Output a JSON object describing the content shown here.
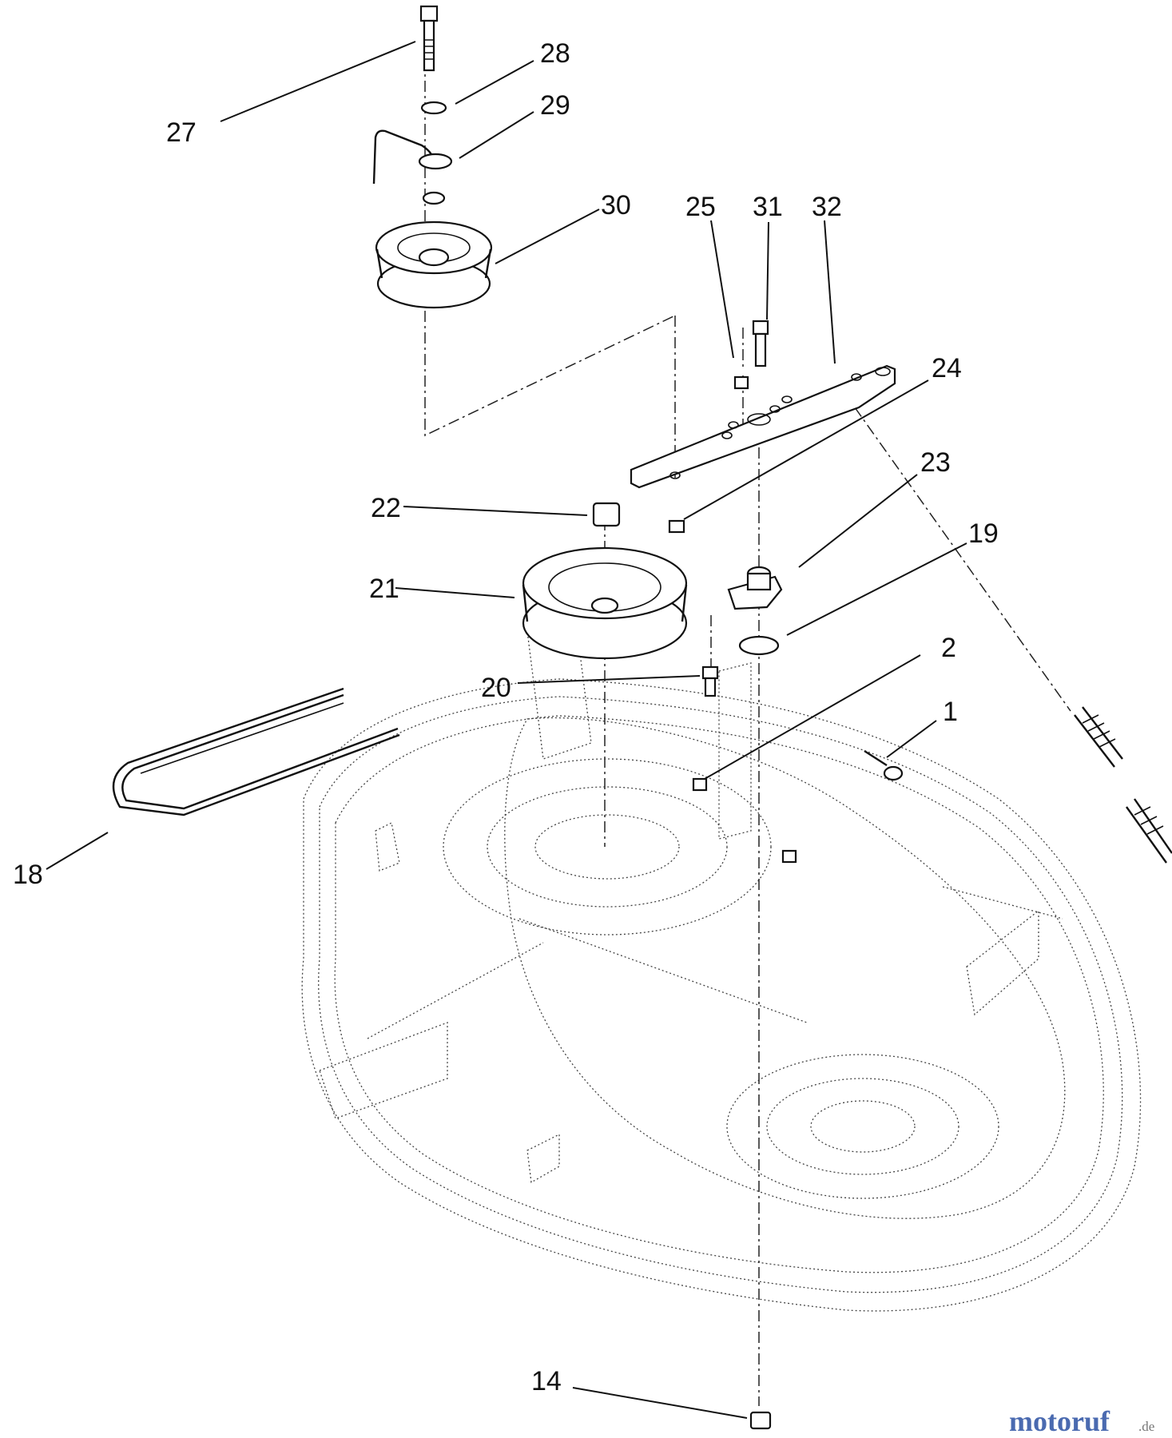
{
  "callouts": {
    "c1": "1",
    "c2": "2",
    "c14": "14",
    "c18": "18",
    "c19": "19",
    "c20": "20",
    "c21": "21",
    "c22": "22",
    "c23": "23",
    "c24": "24",
    "c25": "25",
    "c27": "27",
    "c28": "28",
    "c29": "29",
    "c30": "30",
    "c31": "31",
    "c32": "32"
  },
  "watermark": {
    "brand": "motoruf",
    "tld": ".de"
  },
  "colors": {
    "line": "#111111",
    "background": "#ffffff",
    "watermark_main": "#4a6ab0",
    "watermark_accent": "#d9a21b"
  }
}
